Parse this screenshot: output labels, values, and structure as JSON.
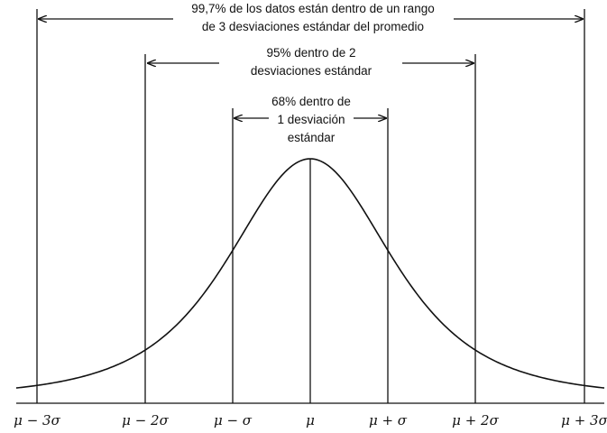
{
  "annotations": {
    "three_sd": {
      "line1": "99,7% de los datos están dentro de un rango",
      "line2": "de 3 desviaciones estándar del promedio"
    },
    "two_sd": {
      "line1": "95% dentro de 2",
      "line2": "desviaciones estándar"
    },
    "one_sd": {
      "line1": "68% dentro de",
      "line2": "1 desviación",
      "line3": "estándar"
    }
  },
  "axis_labels": {
    "m3": "μ − 3σ",
    "m2": "μ − 2σ",
    "m1": "μ − σ",
    "mu": "μ",
    "p1": "μ + σ",
    "p2": "μ + 2σ",
    "p3": "μ + 3σ"
  },
  "colors": {
    "ink": "#111111",
    "background": "#ffffff"
  }
}
